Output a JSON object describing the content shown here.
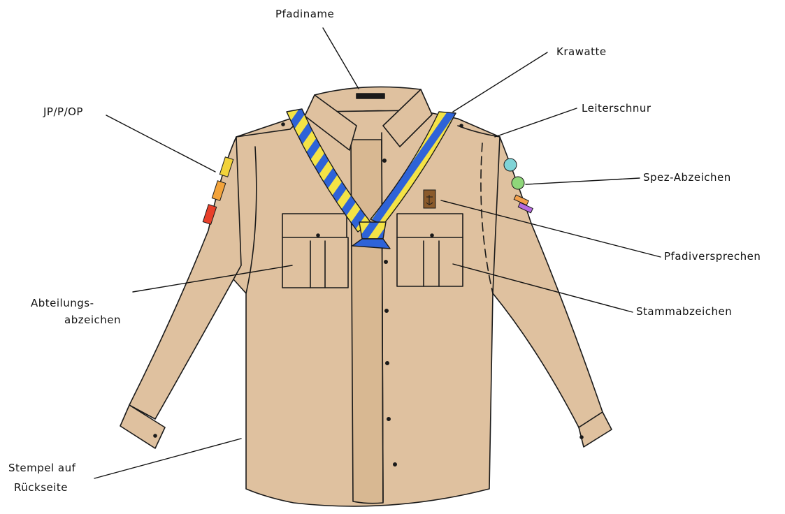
{
  "labels": {
    "pfadiname": "Pfadiname",
    "krawatte": "Krawatte",
    "jp_p_op": "JP/P/OP",
    "leiterschnur": "Leiterschnur",
    "spez_abzeichen": "Spez-Abzeichen",
    "pfadiversprechen": "Pfadiversprechen",
    "abteilungsabzeichen_line1": "Abteilungs-",
    "abteilungsabzeichen_line2": "abzeichen",
    "stammabzeichen": "Stammabzeichen",
    "stempel_line1": "Stempel auf",
    "stempel_line2": "Rückseite"
  },
  "colors": {
    "shirt": "#DFC19F",
    "shirt_shade": "#D8B892",
    "outline": "#1a1a1a",
    "scarf_blue": "#2E63D8",
    "scarf_yellow": "#F4E346",
    "stage_yellow": "#F2D33A",
    "stage_orange": "#F3A33A",
    "stage_red": "#E8402A",
    "spez_teal": "#7FD3D6",
    "spez_green": "#8FD67A",
    "spez_orange": "#F3A04A",
    "spez_purple": "#B66BE0",
    "promise_badge": "#8A5A2B"
  }
}
